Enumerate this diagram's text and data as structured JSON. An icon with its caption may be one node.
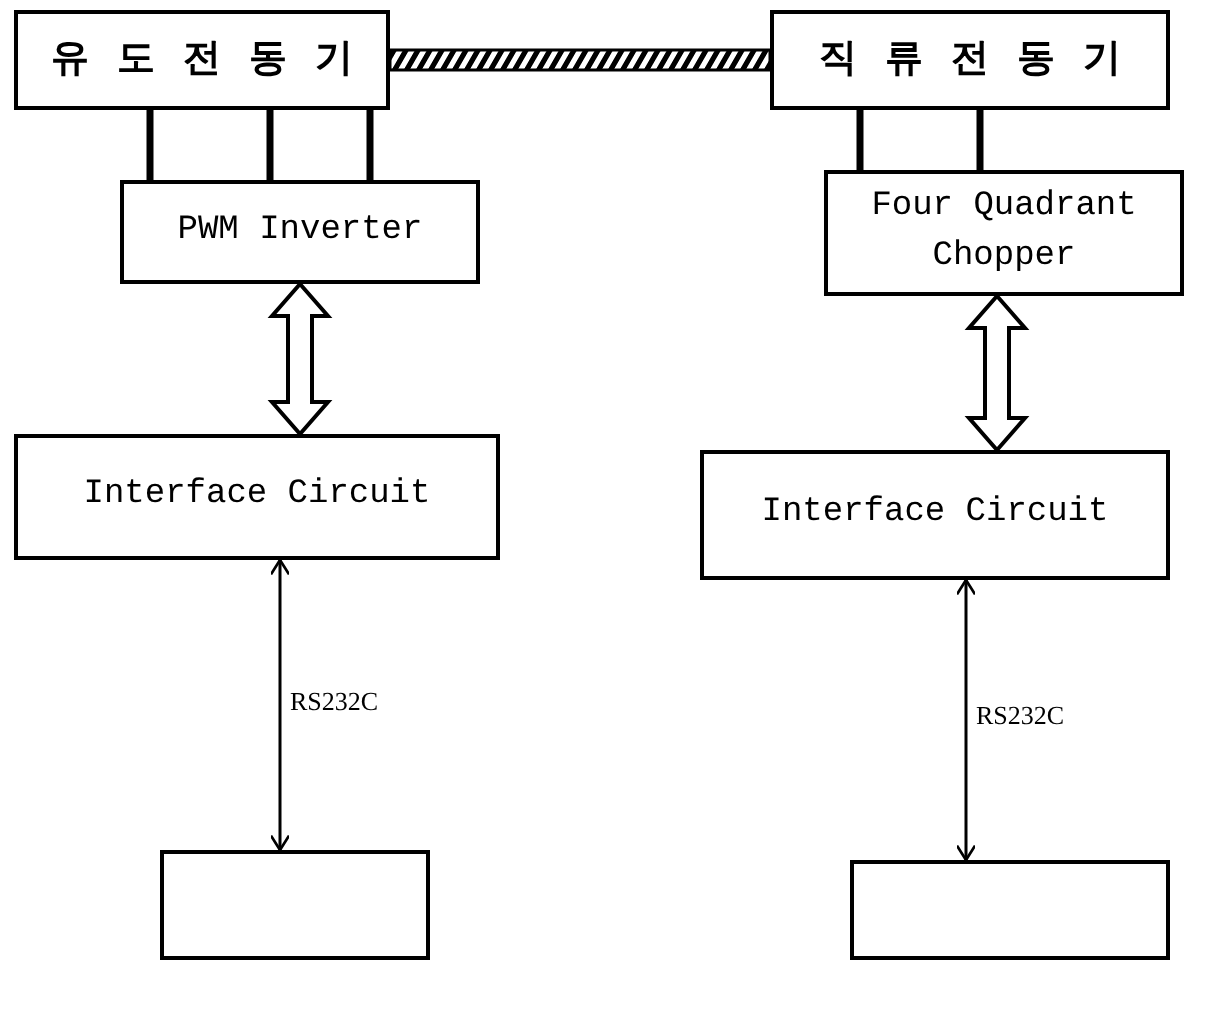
{
  "diagram": {
    "nodes": [
      {
        "text": [
          "유도전동기"
        ]
      },
      {
        "text": [
          "직류전동기"
        ]
      },
      {
        "text": [
          "PWM Inverter"
        ]
      },
      {
        "text": [
          "Four Quadrant Chopper"
        ]
      },
      {
        "text": [
          "Interface Circuit"
        ]
      },
      {
        "text": [
          "Interface Circuit"
        ]
      },
      {
        "text": [],
        "shape": "box"
      },
      {
        "text": [],
        "shape": "box"
      }
    ],
    "edges": [
      {
        "from": 0,
        "to": 1,
        "arrow": "none",
        "style": "thick"
      },
      {
        "from": 0,
        "to": 2,
        "arrow": "none"
      },
      {
        "from": 0,
        "to": 2,
        "arrow": "none"
      },
      {
        "from": 0,
        "to": 2,
        "arrow": "none"
      },
      {
        "from": 1,
        "to": 3,
        "arrow": "none"
      },
      {
        "from": 1,
        "to": 3,
        "arrow": "none"
      },
      {
        "from": 2,
        "to": 4,
        "arrow": "both",
        "style": "thick"
      },
      {
        "from": 3,
        "to": 5,
        "arrow": "both",
        "style": "thick"
      },
      {
        "from": 4,
        "to": 6,
        "arrow": "both",
        "label": "RS232C"
      },
      {
        "from": 5,
        "to": 7,
        "arrow": "both",
        "label": "RS232C"
      }
    ]
  }
}
